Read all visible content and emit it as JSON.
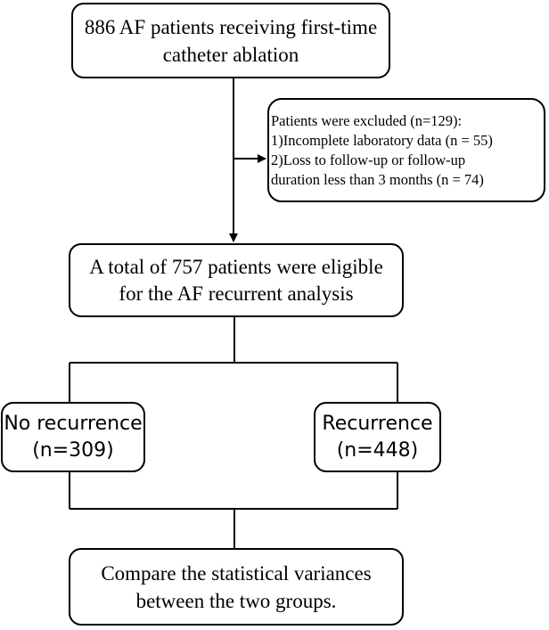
{
  "flowchart": {
    "start": {
      "line1": "886 AF patients receiving first-time",
      "line2": "catheter ablation"
    },
    "exclusion": {
      "line1": "Patients were excluded (n=129):",
      "line2": "1)Incomplete laboratory data (n = 55)",
      "line3": "2)Loss to follow-up or follow-up",
      "line4": "duration less than 3 months (n = 74)"
    },
    "eligible": {
      "line1": "A total of 757 patients were eligible",
      "line2": "for the AF recurrent analysis"
    },
    "no_recurrence": {
      "line1": "No recurrence",
      "line2": "(n=309)"
    },
    "recurrence": {
      "line1": "Recurrence",
      "line2": "(n=448)"
    },
    "compare": {
      "line1": "Compare the statistical variances",
      "line2": "between the two groups."
    }
  }
}
